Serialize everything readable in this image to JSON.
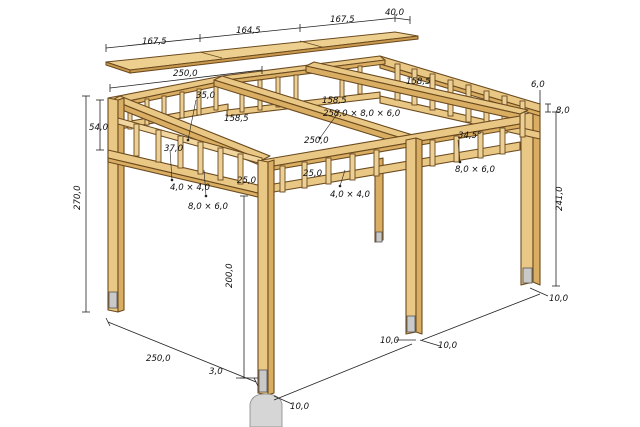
{
  "labels": {
    "top_board_left": "167,5",
    "top_board_mid": "164,5",
    "top_board_right": "167,5",
    "top_board_depth": "40,0",
    "frame_width": "250,0",
    "beam_right": "158,5",
    "side_right_offset": "6,0",
    "side_right_height": "8,0",
    "inner_height": "35,0",
    "beam_mid": "158,5",
    "beam_cross_section": "258,0 × 8,0 × 6,0",
    "beam_left": "158,5",
    "rail_height": "54,0",
    "post_width": "250,0",
    "slat_spacing": "37,0",
    "angle_label": "34,5°",
    "post_section_small": "4,0 × 4,0",
    "post_section_large": "8,0 × 6,0",
    "brace_height": "25,0",
    "brace_height_right": "25,0",
    "rail_section": "4,0 × 4,0",
    "rail_section_right": "8,0 × 6,0",
    "total_height": "270,0",
    "post_height": "200,0",
    "right_height": "241,0",
    "base_right": "10,0",
    "post_foot_a": "10,0",
    "post_foot_b": "10,0",
    "base_depth": "250,0",
    "anchor_offset": "3,0",
    "foot_width": "10,0"
  }
}
